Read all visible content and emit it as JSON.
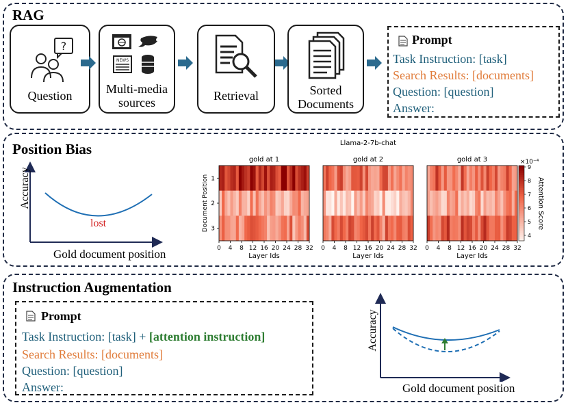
{
  "rag": {
    "title": "RAG",
    "nodes": [
      {
        "label_lines": [
          "Question"
        ],
        "icon": "person-question-icon"
      },
      {
        "label_lines": [
          "Multi-media",
          "sources"
        ],
        "icon": "media-sources-icon"
      },
      {
        "label_lines": [
          "Retrieval"
        ],
        "icon": "document-search-icon"
      },
      {
        "label_lines": [
          "Sorted",
          "Documents"
        ],
        "icon": "stacked-documents-icon"
      }
    ],
    "prompt": {
      "heading": "Prompt",
      "lines": [
        {
          "text": "Task Instruction: [task]",
          "color": "#1f5f7a"
        },
        {
          "text": "Search Results: [documents]",
          "color": "#e07b39"
        },
        {
          "text": "Question: [question]",
          "color": "#1f5f7a"
        },
        {
          "text": "Answer:",
          "color": "#1f5f7a"
        }
      ]
    }
  },
  "position_bias": {
    "title": "Position Bias",
    "curve": {
      "ylabel": "Accuracy",
      "xlabel": "Gold document position",
      "annotation": "lost"
    },
    "heatmap_figure_title": "Llama-2-7b-chat",
    "colorbar": {
      "label": "Attention Score",
      "exponent": "×10⁻⁴",
      "ticks": [
        "9",
        "8",
        "7",
        "6",
        "5",
        "4"
      ]
    },
    "panels": [
      "gold at 1",
      "gold at 2",
      "gold at 3"
    ],
    "ylabel": "Document Position",
    "xlabel": "Layer Ids",
    "xticks": [
      "0",
      "4",
      "8",
      "12",
      "16",
      "20",
      "24",
      "28",
      "32"
    ],
    "yticks": [
      "1",
      "2",
      "3"
    ]
  },
  "instruction_aug": {
    "title": "Instruction Augmentation",
    "prompt": {
      "heading": "Prompt",
      "task_prefix": "Task Instruction: [task] + ",
      "task_extra": "[attention instruction]",
      "search": "Search Results: [documents]",
      "question": "Question: [question]",
      "answer": "Answer:"
    },
    "curve": {
      "ylabel": "Accuracy",
      "xlabel": "Gold document position"
    }
  },
  "colors": {
    "panel_border": "#1f2a44",
    "arrow": "#2b6a8e",
    "curve": "#1f6fb4",
    "lost": "#d32020",
    "heat_high": "#8b0000",
    "heat_low": "#fff5f0"
  }
}
